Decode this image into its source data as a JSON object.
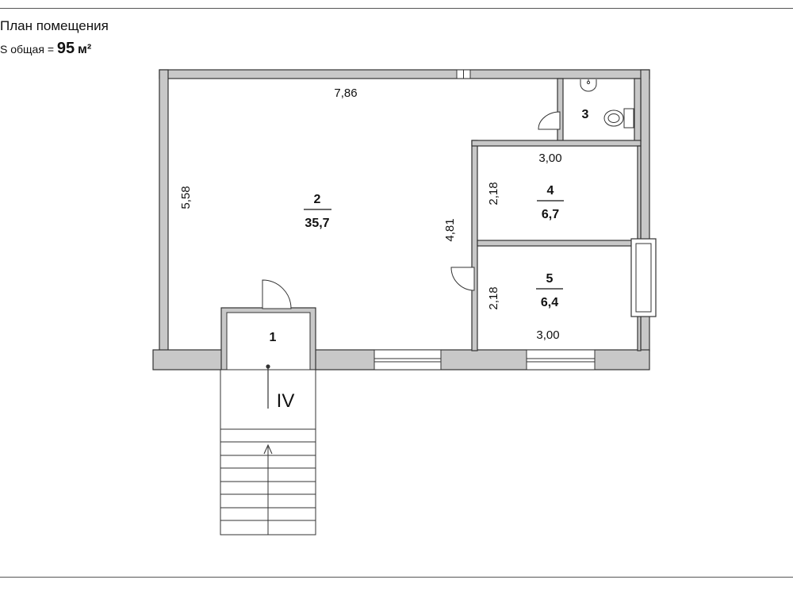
{
  "header": {
    "title": "План помещения",
    "area_prefix": "S",
    "area_qualifier": "общая",
    "area_equals": "=",
    "area_value": "95",
    "area_unit": "м²"
  },
  "rooms": [
    {
      "number": "1"
    },
    {
      "number": "2",
      "area": "35,7"
    },
    {
      "number": "3"
    },
    {
      "number": "4",
      "area": "6,7"
    },
    {
      "number": "5",
      "area": "6,4"
    }
  ],
  "dimensions": {
    "top_width": "7,86",
    "left_height": "5,58",
    "partition_height": "4,81",
    "room4_width": "3,00",
    "room4_height": "2,18",
    "room5_height": "2,18",
    "room5_width": "3,00"
  },
  "entrance_label": "IV",
  "colors": {
    "wall_fill": "#c8c8c8",
    "line": "#333333",
    "background": "#ffffff"
  }
}
